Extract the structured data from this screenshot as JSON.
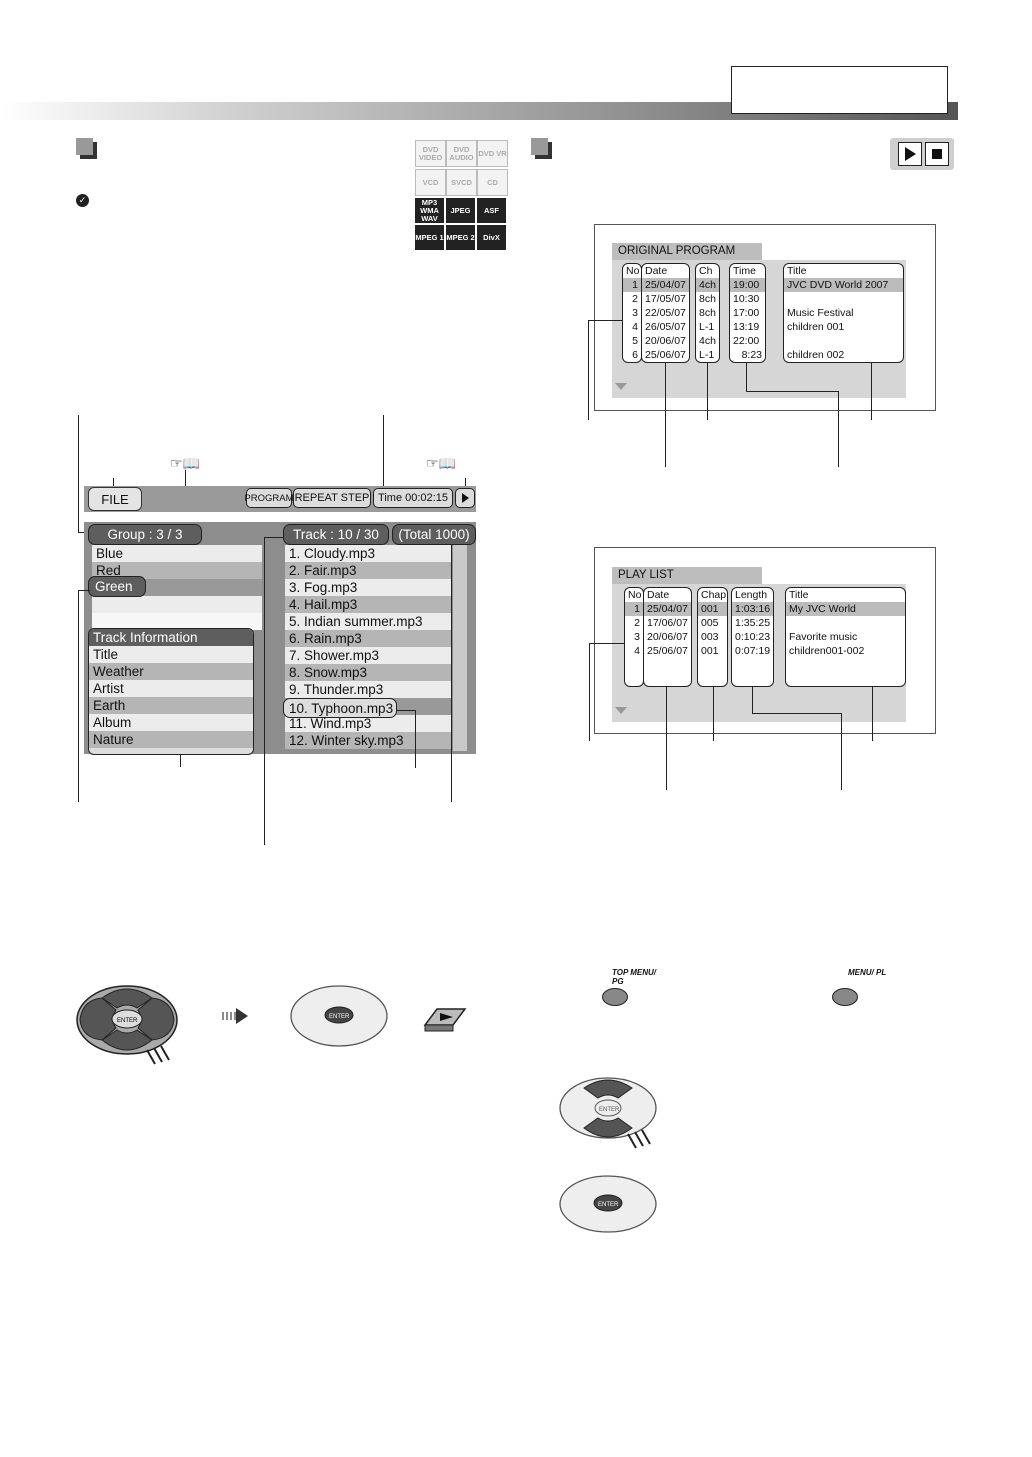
{
  "formats": [
    {
      "label": "DVD VIDEO",
      "active": false
    },
    {
      "label": "DVD AUDIO",
      "active": false
    },
    {
      "label": "DVD VR",
      "active": false
    },
    {
      "label": "VCD",
      "active": false
    },
    {
      "label": "SVCD",
      "active": false
    },
    {
      "label": "CD",
      "active": false
    },
    {
      "label": "MP3 WMA WAV",
      "active": true
    },
    {
      "label": "JPEG",
      "active": true
    },
    {
      "label": "ASF",
      "active": true
    },
    {
      "label": "MPEG 1",
      "active": true
    },
    {
      "label": "MPEG 2",
      "active": true
    },
    {
      "label": "DivX",
      "active": true
    }
  ],
  "file_screen": {
    "file_label": "FILE",
    "program": "PROGRAM",
    "repeat": "REPEAT STEP",
    "time": "Time 00:02:15",
    "group": "Group  :   3  /  3",
    "track": "Track  :  10  /  30",
    "total": "(Total  1000)",
    "groups": [
      "Blue",
      "Red",
      "Green"
    ],
    "info_header": "Track  Information",
    "info_rows": [
      "Title",
      "Weather",
      "Artist",
      "Earth",
      "Album",
      "Nature"
    ],
    "tracks": [
      "1. Cloudy.mp3",
      "2. Fair.mp3",
      "3. Fog.mp3",
      "4. Hail.mp3",
      "5. Indian summer.mp3",
      "6. Rain.mp3",
      "7. Shower.mp3",
      "8. Snow.mp3",
      "9. Thunder.mp3",
      "10. Typhoon.mp3",
      "11. Wind.mp3",
      "12. Winter sky.mp3"
    ]
  },
  "original_program": {
    "title": "ORIGINAL PROGRAM",
    "headers": {
      "no": "No",
      "date": "Date",
      "ch": "Ch",
      "time": "Time",
      "title": "Title"
    },
    "rows": [
      {
        "no": "1",
        "date": "25/04/07",
        "ch": "4ch",
        "time": "19:00",
        "title": "JVC DVD World 2007"
      },
      {
        "no": "2",
        "date": "17/05/07",
        "ch": "8ch",
        "time": "10:30",
        "title": ""
      },
      {
        "no": "3",
        "date": "22/05/07",
        "ch": "8ch",
        "time": "17:00",
        "title": "Music Festival"
      },
      {
        "no": "4",
        "date": "26/05/07",
        "ch": "L-1",
        "time": "13:19",
        "title": "children 001"
      },
      {
        "no": "5",
        "date": "20/06/07",
        "ch": "4ch",
        "time": "22:00",
        "title": ""
      },
      {
        "no": "6",
        "date": "25/06/07",
        "ch": "L-1",
        "time": "8:23",
        "title": "children 002"
      }
    ]
  },
  "play_list": {
    "title": "PLAY LIST",
    "headers": {
      "no": "No",
      "date": "Date",
      "chap": "Chap",
      "length": "Length",
      "title": "Title"
    },
    "rows": [
      {
        "no": "1",
        "date": "25/04/07",
        "chap": "001",
        "length": "1:03:16",
        "title": "My JVC World"
      },
      {
        "no": "2",
        "date": "17/06/07",
        "chap": "005",
        "length": "1:35:25",
        "title": ""
      },
      {
        "no": "3",
        "date": "20/06/07",
        "chap": "003",
        "length": "0:10:23",
        "title": "Favorite music"
      },
      {
        "no": "4",
        "date": "25/06/07",
        "chap": "001",
        "length": "0:07:19",
        "title": "children001-002"
      }
    ]
  },
  "buttons": {
    "top_menu": "TOP MENU/ PG",
    "menu": "MENU/ PL",
    "enter": "ENTER"
  }
}
